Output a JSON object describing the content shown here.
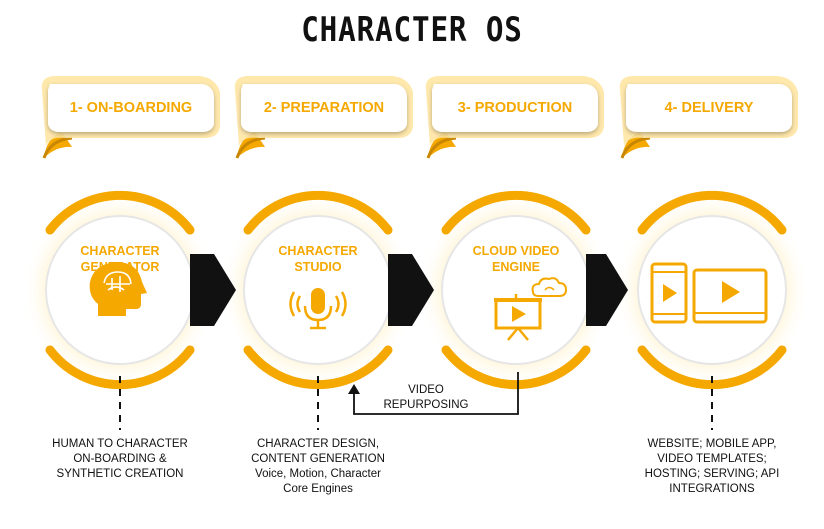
{
  "title": "CHARACTER OS",
  "colors": {
    "accent": "#f5a800",
    "text": "#111111",
    "arrow": "#111111"
  },
  "stages": [
    {
      "banner": "1- ON-BOARDING",
      "circle_title": [
        "CHARACTER",
        "GENERATOR"
      ],
      "icon": "head-brain-icon",
      "description": [
        "HUMAN TO CHARACTER",
        "ON-BOARDING &",
        "SYNTHETIC CREATION"
      ]
    },
    {
      "banner": "2- PREPARATION",
      "circle_title": [
        "CHARACTER",
        "STUDIO"
      ],
      "icon": "microphone-icon",
      "description": [
        "CHARACTER DESIGN,",
        "CONTENT GENERATION",
        "Voice, Motion, Character",
        "Core Engines"
      ]
    },
    {
      "banner": "3- PRODUCTION",
      "circle_title": [
        "CLOUD VIDEO",
        "ENGINE"
      ],
      "icon": "cloud-video-presentation-icon",
      "description": []
    },
    {
      "banner": "4- DELIVERY",
      "circle_title": [],
      "icon": "phone-and-monitor-play-icon",
      "description": [
        "WEBSITE; MOBILE APP,",
        "VIDEO TEMPLATES;",
        "HOSTING; SERVING; API",
        "INTEGRATIONS"
      ]
    }
  ],
  "loop": {
    "label": [
      "VIDEO",
      "REPURPOSING"
    ]
  }
}
